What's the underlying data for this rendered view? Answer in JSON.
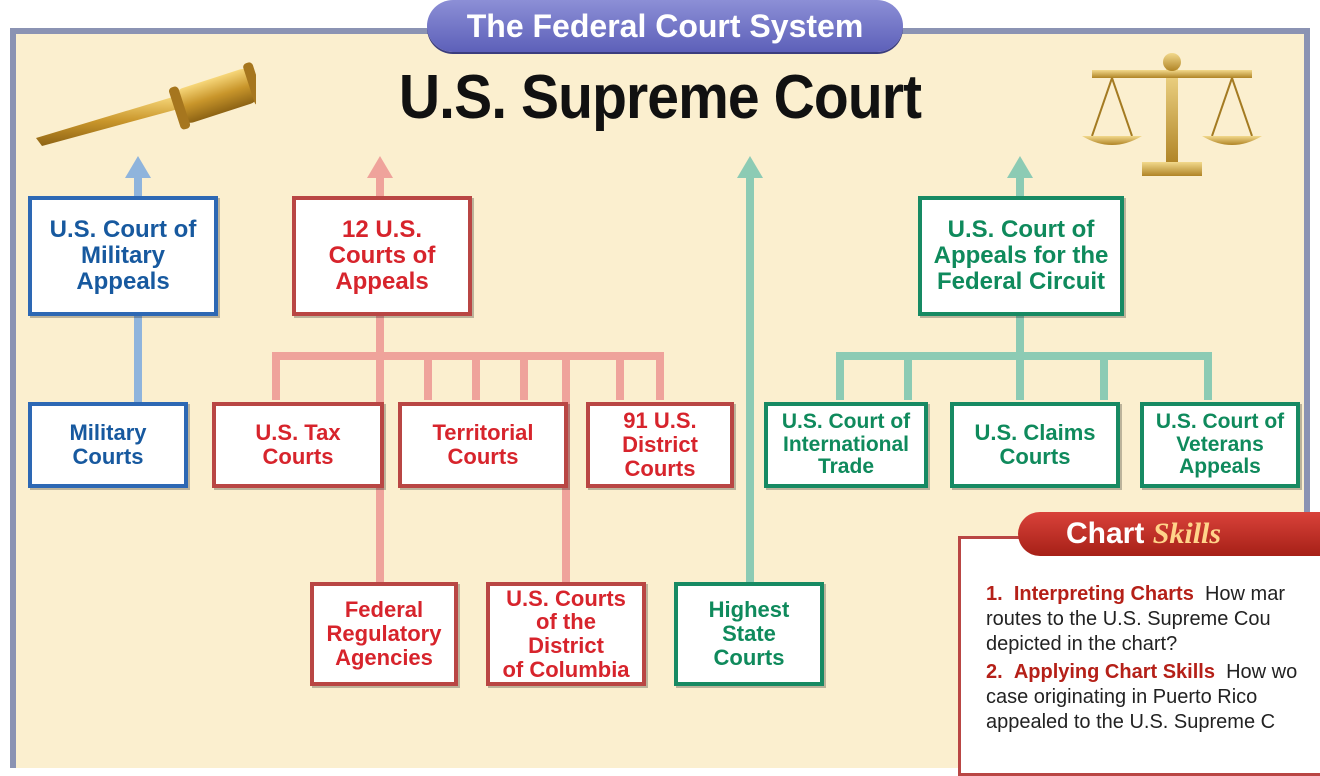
{
  "header": {
    "tab_title": "The Federal Court System",
    "main_title": "U.S. Supreme Court"
  },
  "icons": {
    "gavel": "gavel-icon",
    "scales": "scales-of-justice-icon"
  },
  "colors": {
    "military": "#2d68b4",
    "appeals": "#d7242c",
    "federal_circuit": "#0f8a5c",
    "state": "#0f8a5c",
    "panel": "#fbefcf",
    "header_tab": "#6b6ec6"
  },
  "courts": {
    "military_appeals": "U.S. Court of\nMilitary\nAppeals",
    "courts_of_appeals": "12 U.S.\nCourts of\nAppeals",
    "federal_circuit": "U.S. Court of\nAppeals for the\nFederal Circuit",
    "military_courts": "Military\nCourts",
    "tax_courts": "U.S. Tax\nCourts",
    "territorial_courts": "Territorial\nCourts",
    "district_courts": "91 U.S.\nDistrict\nCourts",
    "international_trade": "U.S. Court of\nInternational\nTrade",
    "claims_courts": "U.S. Claims\nCourts",
    "veterans_appeals": "U.S. Court of\nVeterans\nAppeals",
    "regulatory_agencies": "Federal\nRegulatory\nAgencies",
    "dc_courts": "U.S. Courts\nof the District\nof Columbia",
    "highest_state": "Highest State\nCourts"
  },
  "chart_skills": {
    "label_main": "Chart",
    "label_italic": "Skills",
    "q1_num": "1.",
    "q1_title": "Interpreting Charts",
    "q1_text": "How mar\nroutes to the U.S. Supreme Cou\ndepicted in the chart?",
    "q2_num": "2.",
    "q2_title": "Applying Chart Skills",
    "q2_text": "How wo\ncase originating in Puerto Rico\nappealed to the U.S. Supreme C"
  }
}
